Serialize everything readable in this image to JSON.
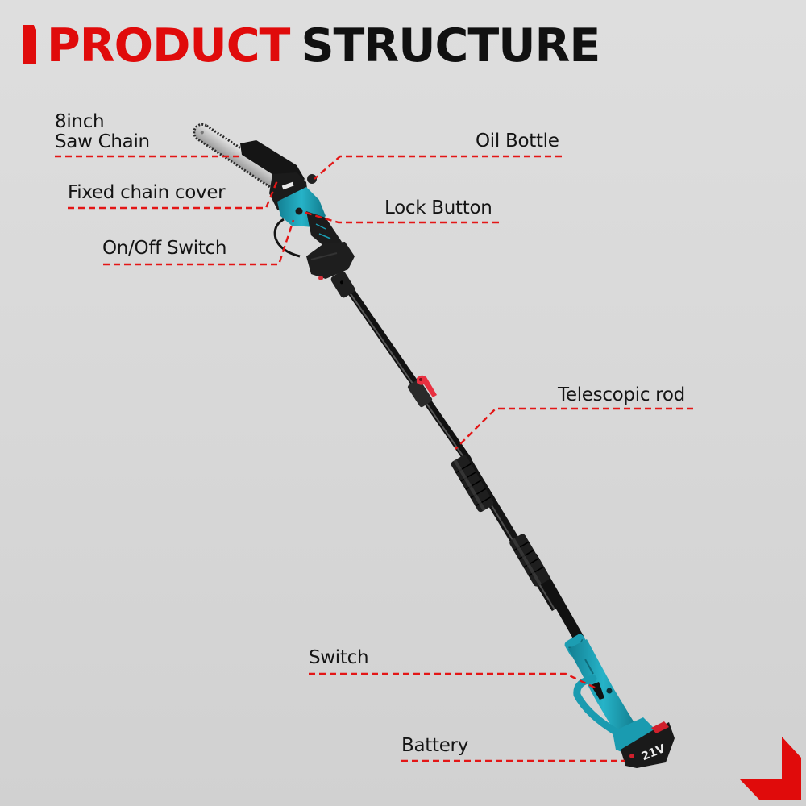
{
  "header": {
    "title_accent": "PRODUCT",
    "title_main": "STRUCTURE"
  },
  "product": {
    "type": "cordless telescopic pole chainsaw",
    "battery_badge": "21V"
  },
  "labels": {
    "saw_chain_line1": "8inch",
    "saw_chain_line2": "Saw Chain",
    "fixed_chain_cover": "Fixed chain cover",
    "on_off_switch": "On/Off Switch",
    "oil_bottle": "Oil Bottle",
    "lock_button": "Lock Button",
    "telescopic_rod": "Telescopic rod",
    "switch": "Switch",
    "battery": "Battery"
  },
  "colors": {
    "accent_red": "#e00b0b",
    "text_black": "#141414",
    "tool_teal": "#1a9bb0",
    "tool_black": "#1c1c1c",
    "background": "#d8d8d8"
  }
}
